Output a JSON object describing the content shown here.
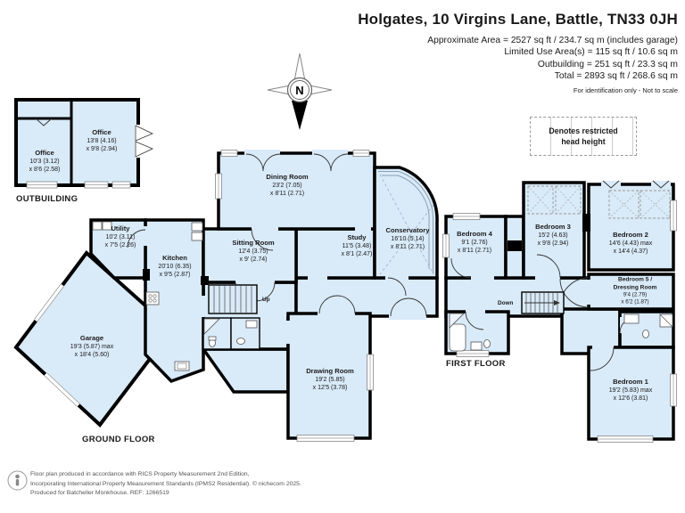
{
  "header": {
    "title": "Holgates, 10 Virgins Lane, Battle, TN33 0JH",
    "area_lines": [
      "Approximate Area = 2527 sq ft / 234.7 sq m (includes garage)",
      "Limited Use Area(s) = 115 sq ft / 10.6 sq m",
      "Outbuilding = 251 sq ft / 23.3 sq m",
      "Total = 2893 sq ft / 268.6 sq m"
    ],
    "note": "For identification only - Not to scale"
  },
  "compass": {
    "label": "N"
  },
  "legend": {
    "line1": "Denotes restricted",
    "line2": "head height"
  },
  "floors": {
    "outbuilding": {
      "label": "OUTBUILDING",
      "rooms": [
        {
          "name": "Office",
          "dim1": "10'3 (3.12)",
          "dim2": "x 8'6 (2.58)"
        },
        {
          "name": "Office",
          "dim1": "13'8 (4.16)",
          "dim2": "x 9'8 (2.94)"
        }
      ]
    },
    "ground": {
      "label": "GROUND FLOOR",
      "stairs_label": "Up",
      "rooms": [
        {
          "name": "Utility",
          "dim1": "10'2 (3.11)",
          "dim2": "x 7'5 (2.26)"
        },
        {
          "name": "Kitchen",
          "dim1": "20'10 (6.35)",
          "dim2": "x 9'5 (2.87)"
        },
        {
          "name": "Garage",
          "dim1": "19'3 (5.87) max",
          "dim2": "x 18'4 (5.60)"
        },
        {
          "name": "Dining Room",
          "dim1": "23'2 (7.05)",
          "dim2": "x 8'11 (2.71)"
        },
        {
          "name": "Sitting Room",
          "dim1": "12'4 (3.75)",
          "dim2": "x 9' (2.74)"
        },
        {
          "name": "Study",
          "dim1": "11'5 (3.48)",
          "dim2": "x 8'1 (2.47)"
        },
        {
          "name": "Conservatory",
          "dim1": "16'10 (5.14)",
          "dim2": "x 8'11 (2.71)"
        },
        {
          "name": "Drawing Room",
          "dim1": "19'2 (5.85)",
          "dim2": "x 12'5 (3.78)"
        }
      ]
    },
    "first": {
      "label": "FIRST FLOOR",
      "stairs_label": "Down",
      "rooms": [
        {
          "name": "Bedroom 4",
          "dim1": "9'1 (2.76)",
          "dim2": "x 8'11 (2.71)"
        },
        {
          "name": "Bedroom 3",
          "dim1": "15'2 (4.63)",
          "dim2": "x 9'8 (2.94)"
        },
        {
          "name": "Bedroom 2",
          "dim1": "14'6 (4.43) max",
          "dim2": "x 14'4 (4.37)"
        },
        {
          "name": "Bedroom 5 /",
          "name2": "Dressing Room",
          "dim1": "9'4 (2.79)",
          "dim2": "x 6'2 (1.87)"
        },
        {
          "name": "Bedroom 1",
          "dim1": "19'2 (5.83) max",
          "dim2": "x 12'6 (3.81)"
        }
      ]
    }
  },
  "footer": {
    "lines": [
      "Floor plan produced in accordance with RICS Property Measurement 2nd Edition,",
      "Incorporating International Property Measurement Standards (IPMS2 Residential).  © nichecom 2025.",
      "Produced for Batcheller Monkhouse.   REF: 1266519"
    ]
  },
  "colors": {
    "room_fill": "#d9eaf8",
    "wall": "#000000"
  }
}
